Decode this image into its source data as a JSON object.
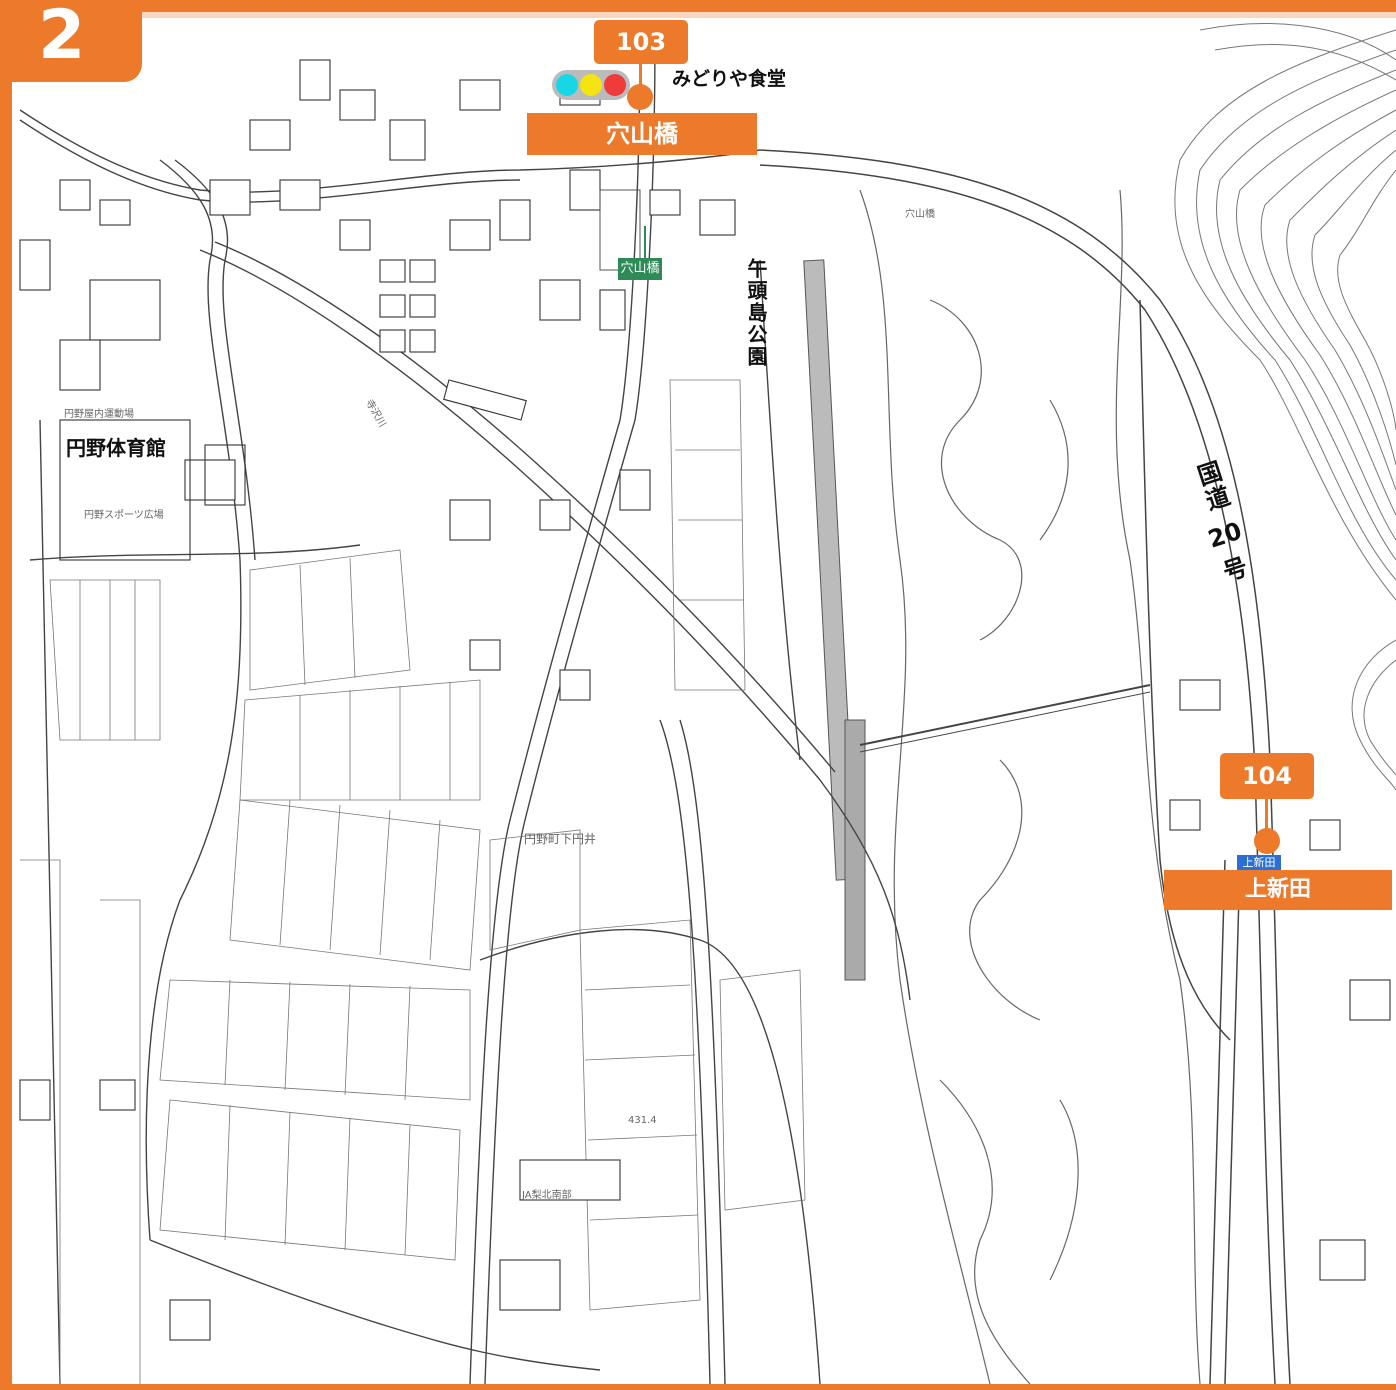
{
  "page_number": "2",
  "colors": {
    "accent": "#ec7a2a",
    "signal_green": "#2e8b57",
    "map_line": "#555555"
  },
  "stops": [
    {
      "number": "103",
      "name": "穴山橋",
      "sign_text": "穴山橋"
    },
    {
      "number": "104",
      "name": "上新田",
      "sign_text": "上新田"
    }
  ],
  "landmarks": {
    "restaurant": "みどりや食堂",
    "park": "午頭島公園",
    "gym": "円野体育館",
    "route": "国道20号",
    "route_kanji": "国道",
    "route_num": "20",
    "route_suffix": "号"
  },
  "map_small_labels": [
    "穴山橋",
    "円野町下円井",
    "寺沢川",
    "円野スポーツ広場",
    "JA梨北南部",
    "円野屋内運動場",
    "431.4"
  ],
  "traffic_light_icon": "traffic-signal-icon"
}
